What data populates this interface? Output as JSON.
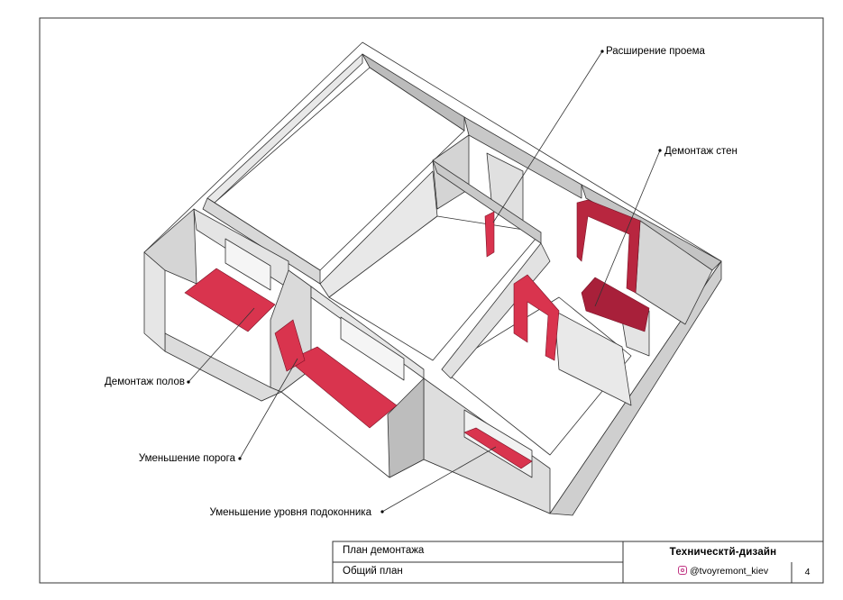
{
  "callouts": {
    "expand_opening": "Расширение проема",
    "wall_demolition": "Демонтаж стен",
    "floor_demolition": "Демонтаж полов",
    "threshold_reduction": "Уменьшение порога",
    "sill_reduction": "Уменьшение уровня подоконника"
  },
  "title_block": {
    "sheet_title": "План демонтажа",
    "sheet_subtitle": "Общий план",
    "company": "Техническтй-дизайн",
    "instagram_handle": "@tvoyremont_kiev",
    "page_number": "4"
  },
  "colors": {
    "demolition": "#d9344e",
    "demolition_dark": "#a8203a",
    "wall_light": "#ececec",
    "wall_mid": "#cfcfcf",
    "wall_dark": "#a9a9a9",
    "instagram": "#c13584"
  },
  "icons": {
    "instagram": "instagram-icon",
    "callout_dot": "callout-dot"
  }
}
